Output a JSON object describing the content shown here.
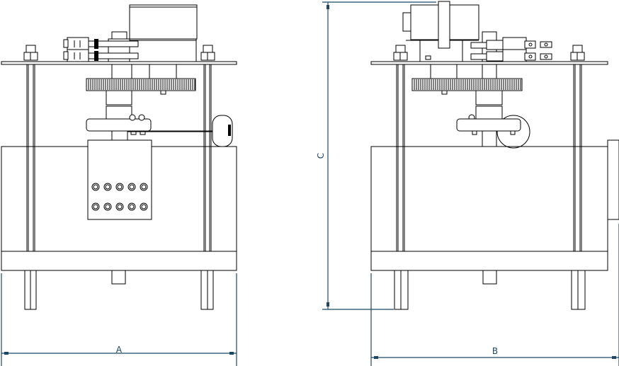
{
  "drawing": {
    "views": [
      {
        "name": "front-view",
        "dimension_label": "A"
      },
      {
        "name": "side-view",
        "dimension_labels": [
          "B",
          "C"
        ]
      }
    ],
    "dimensions": {
      "A": "A",
      "B": "B",
      "C": "C"
    },
    "colors": {
      "line": "#000000",
      "dimension": "#1d4766",
      "background": "#ffffff"
    }
  }
}
